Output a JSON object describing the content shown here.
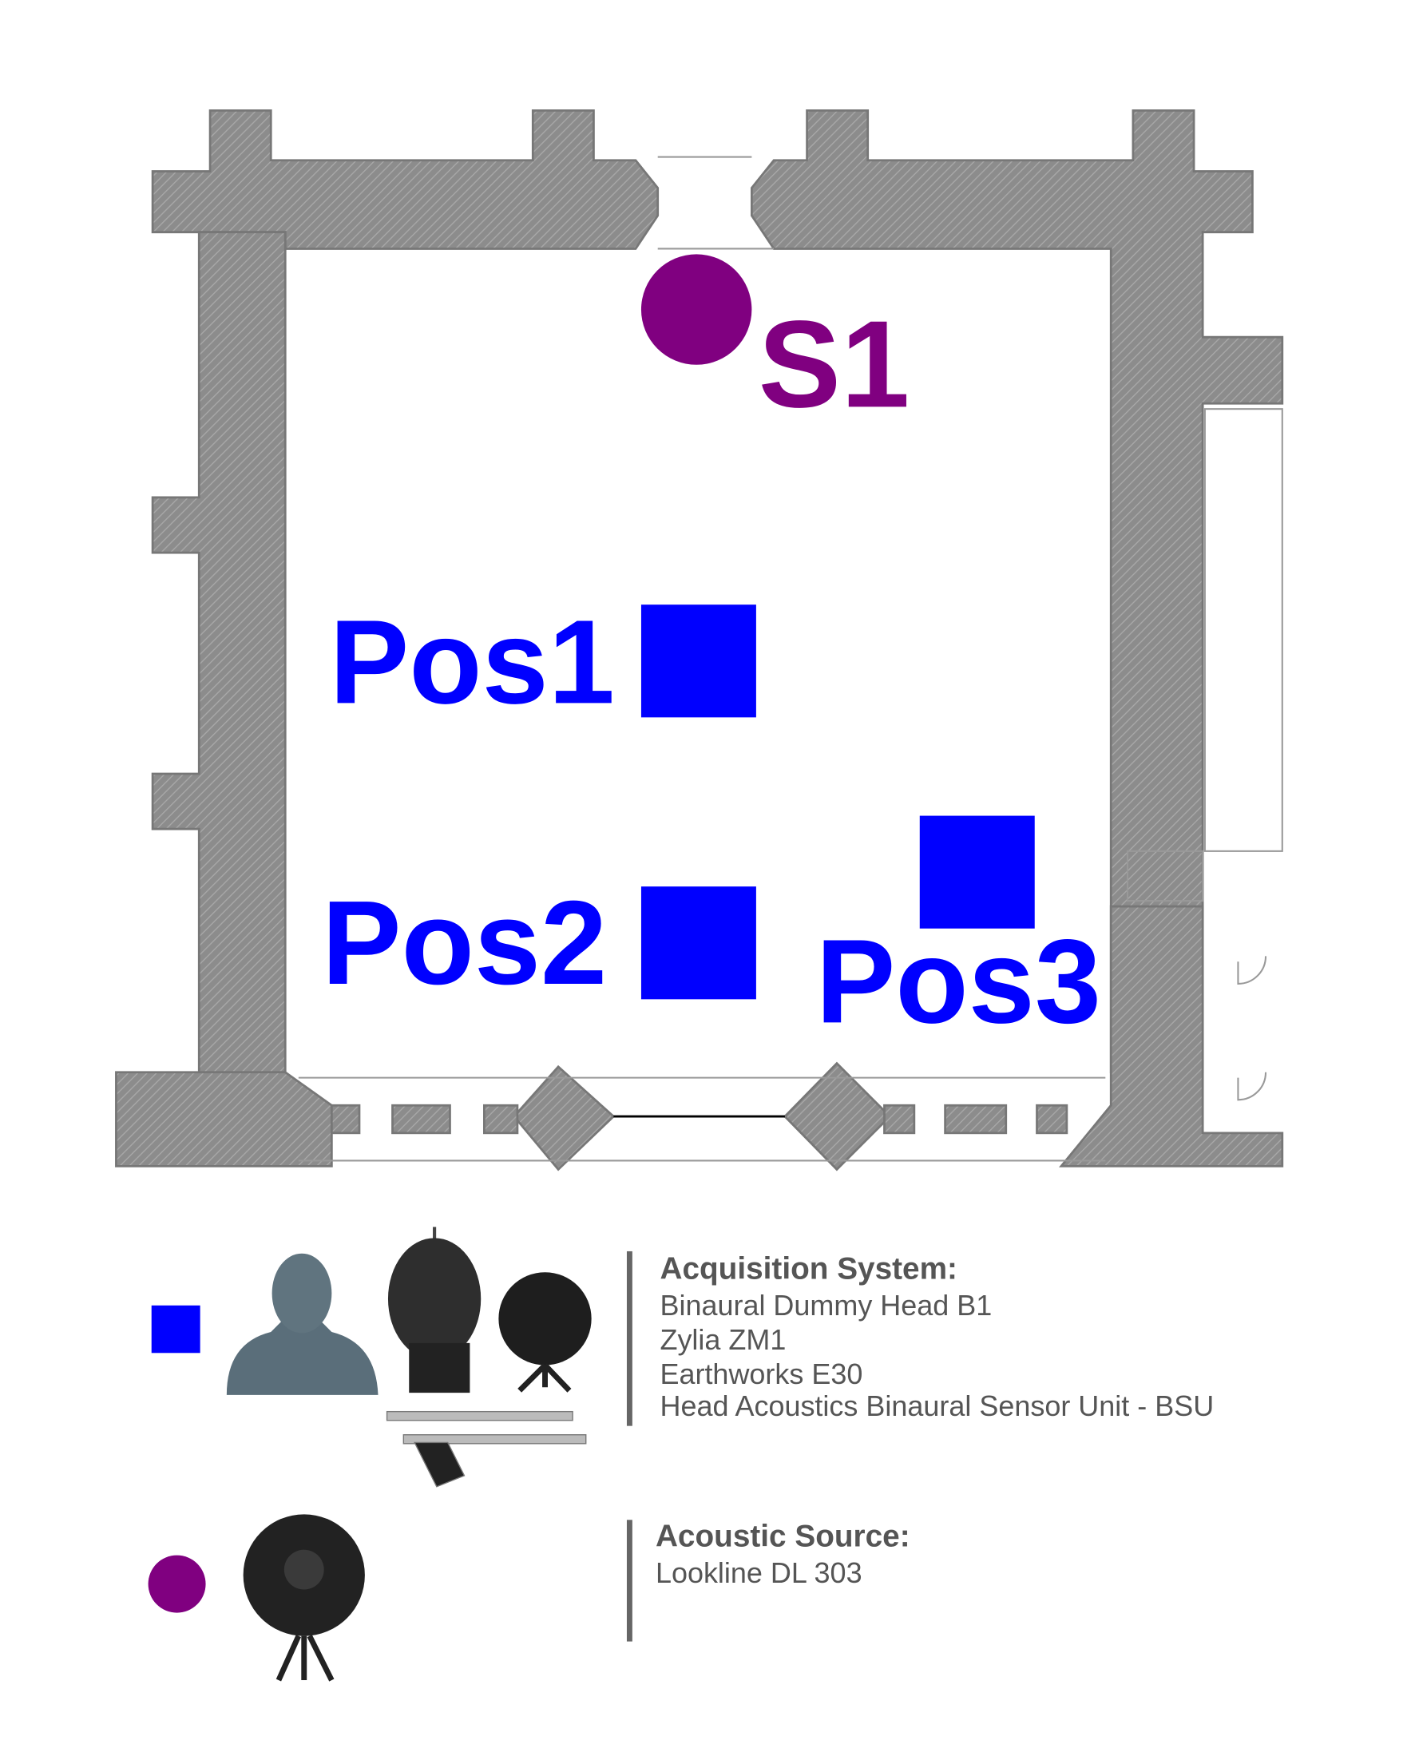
{
  "colors": {
    "position": "#0000ff",
    "source": "#800080",
    "wall": "#8a8a8a",
    "text": "#555555"
  },
  "plan": {
    "source_label": "S1",
    "positions": [
      "Pos1",
      "Pos2",
      "Pos3"
    ]
  },
  "legend": {
    "acquisition": {
      "title": "Acquisition System:",
      "items": [
        "Binaural Dummy Head B1",
        "Zylia ZM1",
        "Earthworks E30",
        "Head Acoustics Binaural Sensor Unit - BSU"
      ]
    },
    "source": {
      "title": "Acoustic Source:",
      "items": [
        "Lookline DL 303"
      ]
    }
  }
}
